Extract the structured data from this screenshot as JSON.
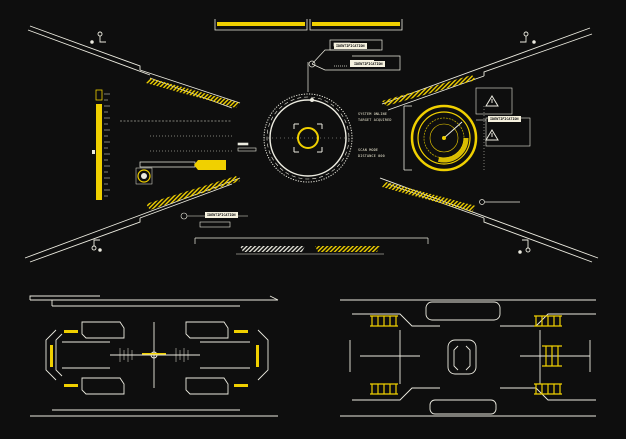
{
  "labels": {
    "tag_top": "IDENTIFICATION",
    "tag_mid": "IDENTIFICATION",
    "tag_right": "IDENTIFICATION",
    "tag_bottom": "IDENTIFICATION",
    "status_1": "SYSTEM ONLINE",
    "status_2": "TARGET ACQUIRED",
    "status_3": "SCAN MODE",
    "status_4": "DISTANCE 000"
  },
  "icons": {
    "warning": "warning-icon",
    "crosshair": "crosshair-icon",
    "radar": "radar-icon",
    "power": "power-icon"
  },
  "colors": {
    "accent": "#f0d000",
    "accent_dim": "#b8a400",
    "line": "#ecebe0",
    "bg": "#0e0e0e"
  }
}
